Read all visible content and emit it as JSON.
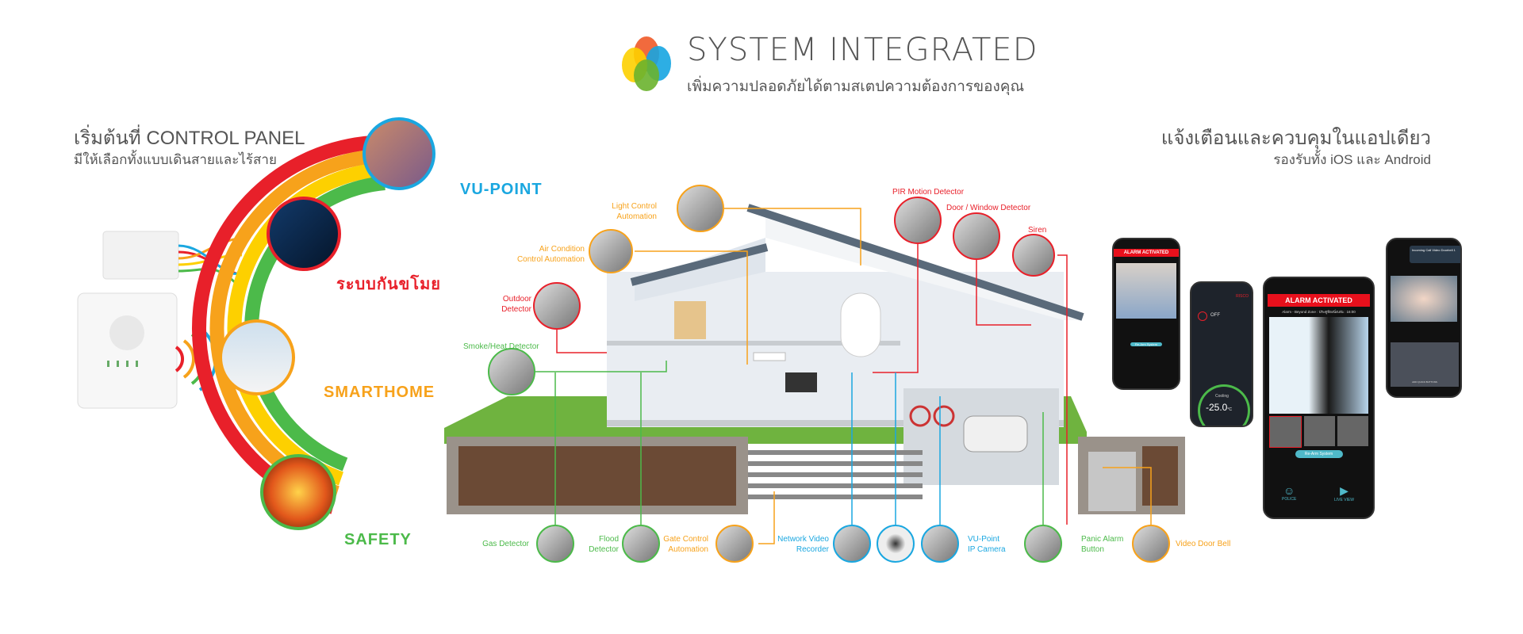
{
  "header": {
    "title": "SYSTEM INTEGRATED",
    "subtitle": "เพิ่มความปลอดภัยได้ตามสเตปความต้องการของคุณ"
  },
  "left": {
    "heading": "เริ่มต้นที่ CONTROL PANEL",
    "subheading": "มีให้เลือกทั้งแบบเดินสายและไร้สาย",
    "categories": [
      {
        "label": "VU-POINT",
        "color": "#1aa7e0"
      },
      {
        "label": "ระบบกันขโมย",
        "color": "#e8202a"
      },
      {
        "label": "SMARTHOME",
        "color": "#f7a21b"
      },
      {
        "label": "SAFETY",
        "color": "#4cba4a"
      }
    ]
  },
  "right": {
    "heading": "แจ้งเตือนและควบคุมในแอปเดียว",
    "subheading": "รองรับทั้ง iOS และ Android"
  },
  "colors": {
    "orange": "#f7a21b",
    "red": "#e8202a",
    "green": "#4cba4a",
    "blue": "#1aa7e0"
  },
  "callouts": [
    {
      "label": "Light Control\nAutomation",
      "color": "orange"
    },
    {
      "label": "Air Condition\nControl Automation",
      "color": "orange"
    },
    {
      "label": "Outdoor\nDetector",
      "color": "red"
    },
    {
      "label": "Smoke/Heat Detector",
      "color": "green"
    },
    {
      "label": "PIR Motion Detector",
      "color": "red"
    },
    {
      "label": "Door / Window Detector",
      "color": "red"
    },
    {
      "label": "Siren",
      "color": "red"
    },
    {
      "label": "Gas Detector",
      "color": "green"
    },
    {
      "label": "Flood\nDetector",
      "color": "green"
    },
    {
      "label": "Gate Control\nAutomation",
      "color": "orange"
    },
    {
      "label": "Network Video\nRecorder",
      "color": "blue"
    },
    {
      "label": "VU-Point\nIP Camera",
      "color": "blue"
    },
    {
      "label": "Panic Alarm\nButton",
      "color": "green"
    },
    {
      "label": "Video Door Bell",
      "color": "orange"
    }
  ],
  "phones": {
    "alarm_title": "ALARM ACTIVATED",
    "alarm_detail": "Alarm - Beyond Zone : ประตูห้องนั่งเล่น : 16:00",
    "rearm": "Re-Arm System",
    "police": "POLICE",
    "live_view": "LIVE VIEW",
    "ac_state": "OFF",
    "ac_mode": "Cooling",
    "ac_temp": "-25.0",
    "ac_unit": "°C",
    "brand": "RISCO",
    "call_title": "Incoming Call Video Doorbell 1",
    "quick_buttons": "ADD QUICK BUTTONS"
  }
}
